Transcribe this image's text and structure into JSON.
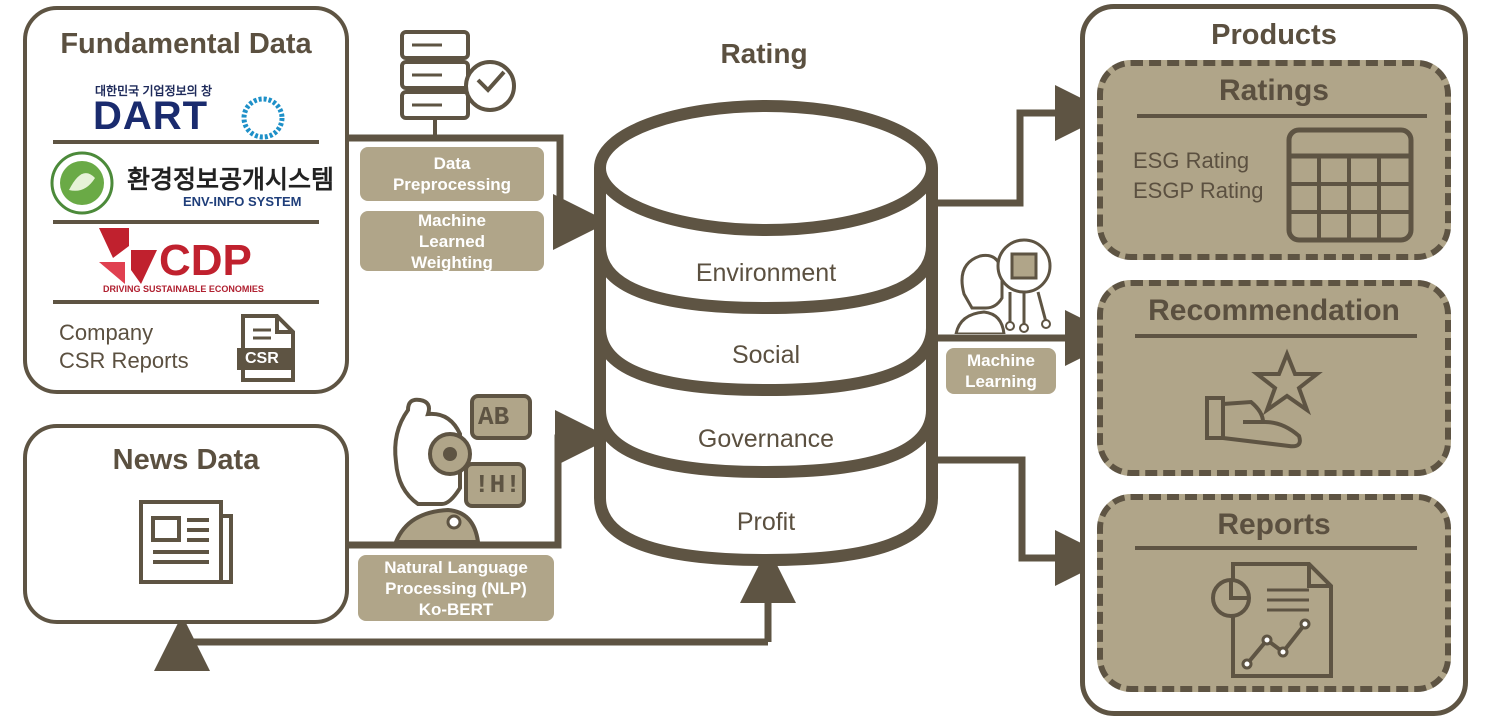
{
  "fundamental": {
    "title": "Fundamental Data",
    "dart": {
      "korean_top": "대한민국 기업정보의 창",
      "name": "DART"
    },
    "env": {
      "korean": "환경정보공개시스템",
      "english": "ENV-INFO SYSTEM"
    },
    "cdp": {
      "name": "CDP",
      "tagline": "DRIVING SUSTAINABLE ECONOMIES"
    },
    "csr": {
      "line1": "Company",
      "line2": "CSR Reports",
      "icon_text": "CSR"
    }
  },
  "news": {
    "title": "News Data"
  },
  "process": {
    "preprocessing": "Data Preprocessing",
    "weighting": "Machine Learned Weighting",
    "nlp": "Natural Language Processing (NLP) Ko-BERT",
    "nlp_bubble_top": "AB",
    "nlp_bubble_bottom": "!H!",
    "ml": "Machine Learning"
  },
  "rating": {
    "title": "Rating",
    "layers": [
      "Environment",
      "Social",
      "Governance",
      "Profit"
    ]
  },
  "products": {
    "title": "Products",
    "ratings": {
      "title": "Ratings",
      "items": [
        "ESG Rating",
        "ESGP Rating"
      ]
    },
    "recommendation": {
      "title": "Recommendation"
    },
    "reports": {
      "title": "Reports"
    }
  },
  "colors": {
    "dark": "#5e5443",
    "tan": "#b0a589",
    "text": "#5b5040"
  }
}
